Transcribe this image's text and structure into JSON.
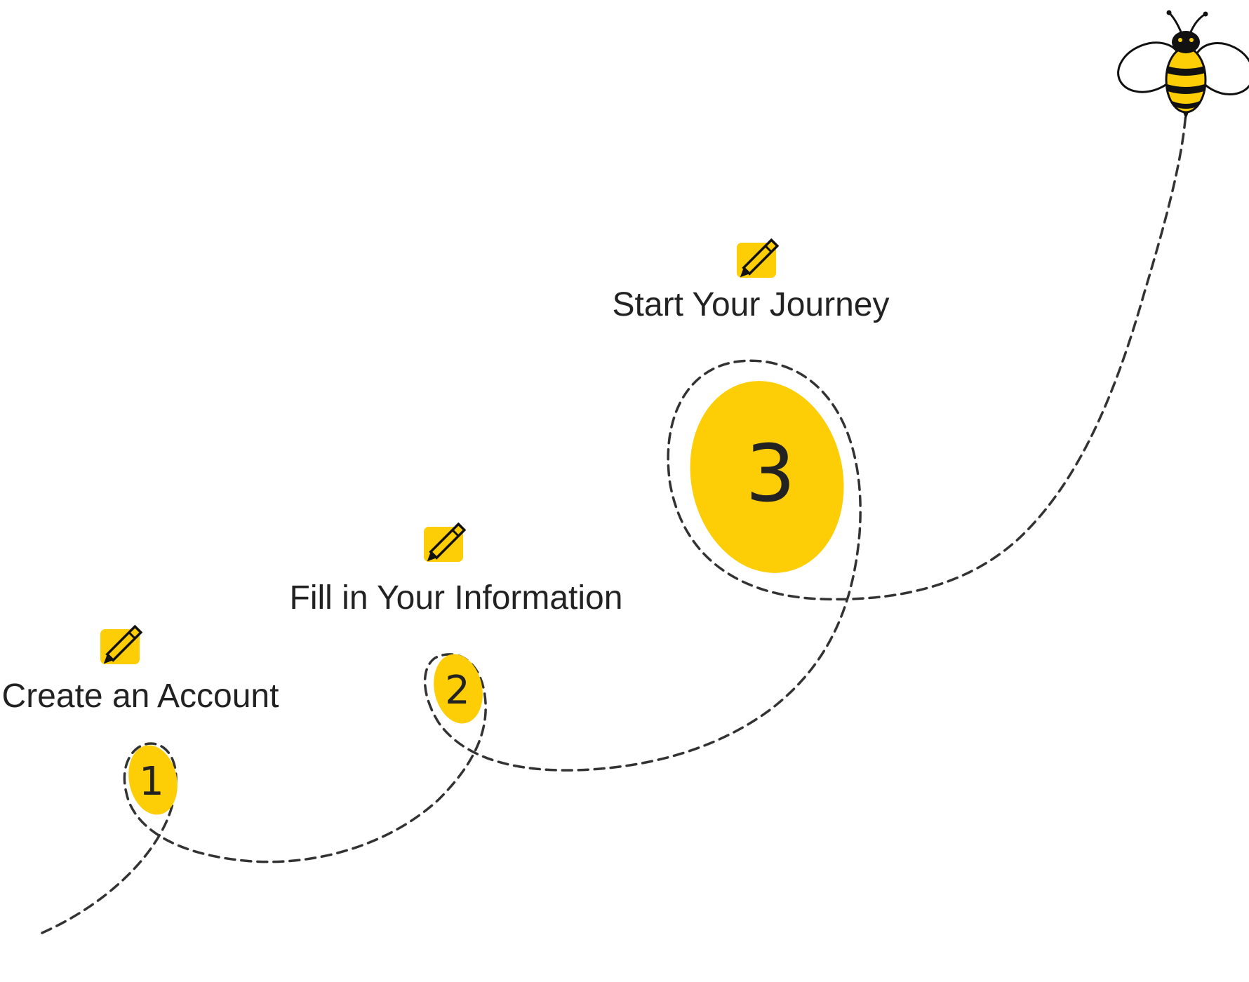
{
  "colors": {
    "accent": "#FDCD06",
    "text": "#222222",
    "path": "#333333",
    "background": "#FFFFFF"
  },
  "icons": {
    "step": "pencil-icon",
    "mascot": "bee-icon"
  },
  "steps": [
    {
      "number": "1",
      "label": "Create an Account"
    },
    {
      "number": "2",
      "label": "Fill in Your Information"
    },
    {
      "number": "3",
      "label": "Start Your Journey"
    }
  ]
}
